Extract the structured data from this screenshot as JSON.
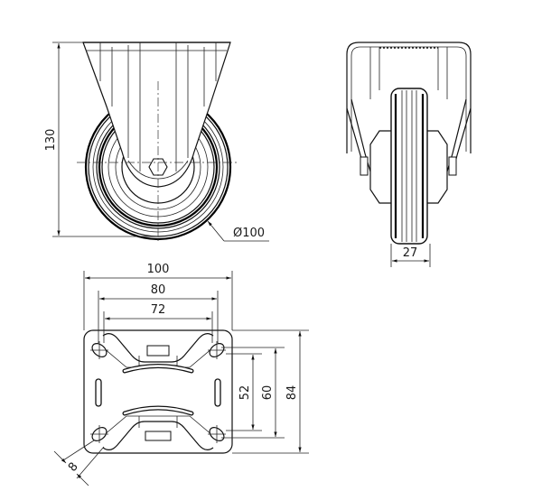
{
  "drawing": {
    "subject": "Fixed caster wheel technical drawing",
    "line_color": "#000000",
    "background": "#ffffff"
  },
  "front_view": {
    "height_label": "130",
    "diameter_label": "Ø100"
  },
  "side_view": {
    "wheel_width_label": "27"
  },
  "plate_view": {
    "plate_width_label": "100",
    "hole_spacing_x_label": "80",
    "hole_spacing_x_min_label": "72",
    "hole_spacing_y_min_label": "52",
    "hole_spacing_y_label": "60",
    "plate_length_label": "84",
    "hole_size_label": "8"
  }
}
